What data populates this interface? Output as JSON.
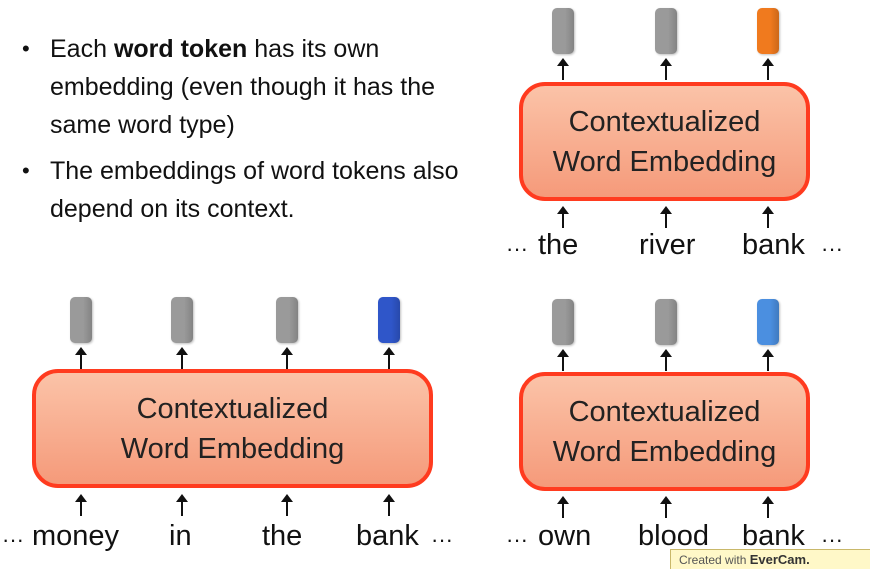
{
  "bullets": [
    {
      "pre": "Each ",
      "bold": "word token",
      "post": " has its own embedding (even though it has the same word type)"
    },
    {
      "pre": "The embeddings of word tokens also depend on its context.",
      "bold": "",
      "post": ""
    }
  ],
  "bullet_symbol": "•",
  "diagrams": {
    "top_right": {
      "box_line1": "Contextualized",
      "box_line2": "Word Embedding",
      "words": [
        "the",
        "river",
        "bank"
      ],
      "ellipsis_left": "···",
      "ellipsis_right": "···",
      "embedding_colors": [
        "#9a9a9a",
        "#9a9a9a",
        "#f07a1e"
      ]
    },
    "bottom_left": {
      "box_line1": "Contextualized",
      "box_line2": "Word Embedding",
      "words": [
        "money",
        "in",
        "the",
        "bank"
      ],
      "ellipsis_left": "···",
      "ellipsis_right": "···",
      "embedding_colors": [
        "#9a9a9a",
        "#9a9a9a",
        "#9a9a9a",
        "#2f56c9"
      ]
    },
    "bottom_right": {
      "box_line1": "Contextualized",
      "box_line2": "Word Embedding",
      "words": [
        "own",
        "blood",
        "bank"
      ],
      "ellipsis_left": "···",
      "ellipsis_right": "···",
      "embedding_colors": [
        "#9a9a9a",
        "#9a9a9a",
        "#4b8fe0"
      ]
    }
  },
  "watermark": {
    "prefix": "Created with ",
    "brand": "EverCam."
  }
}
